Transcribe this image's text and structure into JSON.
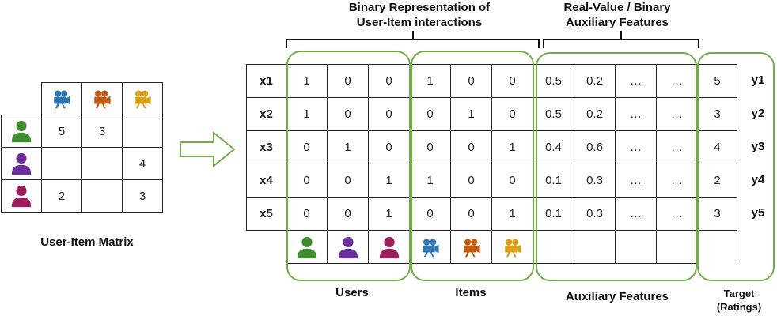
{
  "colors": {
    "group_border": "#70ad47",
    "user_green": "#3e8e2f",
    "user_purple": "#6b2f9e",
    "user_magenta": "#9c1f5a",
    "item_blue": "#2e75b6",
    "item_orange": "#c55a11",
    "item_gold": "#d9a018"
  },
  "icons": {
    "users": [
      "user-green-icon",
      "user-purple-icon",
      "user-magenta-icon"
    ],
    "items": [
      "movie-camera-blue-icon",
      "movie-camera-orange-icon",
      "movie-camera-gold-icon"
    ]
  },
  "user_item_matrix": {
    "label": "User-Item Matrix",
    "rows": [
      [
        "5",
        "3",
        ""
      ],
      [
        "",
        "",
        "4"
      ],
      [
        "2",
        "",
        "3"
      ]
    ]
  },
  "headers": {
    "binary": "Binary Representation of User-Item interactions",
    "auxiliary": "Real-Value / Binary Auxiliary Features"
  },
  "main_table": {
    "rows": [
      {
        "x": "x1",
        "users": [
          "1",
          "0",
          "0"
        ],
        "items": [
          "1",
          "0",
          "0"
        ],
        "aux": [
          "0.5",
          "0.2",
          "…",
          "…"
        ],
        "target": "5",
        "y": "y1"
      },
      {
        "x": "x2",
        "users": [
          "1",
          "0",
          "0"
        ],
        "items": [
          "0",
          "1",
          "0"
        ],
        "aux": [
          "0.5",
          "0.2",
          "…",
          "…"
        ],
        "target": "3",
        "y": "y2"
      },
      {
        "x": "x3",
        "users": [
          "0",
          "1",
          "0"
        ],
        "items": [
          "0",
          "0",
          "1"
        ],
        "aux": [
          "0.4",
          "0.6",
          "…",
          "…"
        ],
        "target": "4",
        "y": "y3"
      },
      {
        "x": "x4",
        "users": [
          "0",
          "0",
          "1"
        ],
        "items": [
          "1",
          "0",
          "0"
        ],
        "aux": [
          "0.1",
          "0.3",
          "…",
          "…"
        ],
        "target": "2",
        "y": "y4"
      },
      {
        "x": "x5",
        "users": [
          "0",
          "0",
          "1"
        ],
        "items": [
          "0",
          "0",
          "1"
        ],
        "aux": [
          "0.1",
          "0.3",
          "…",
          "…"
        ],
        "target": "3",
        "y": "y5"
      }
    ]
  },
  "bottom_labels": {
    "users": "Users",
    "items": "Items",
    "auxiliary": "Auxiliary Features",
    "target": "Target (Ratings)"
  }
}
